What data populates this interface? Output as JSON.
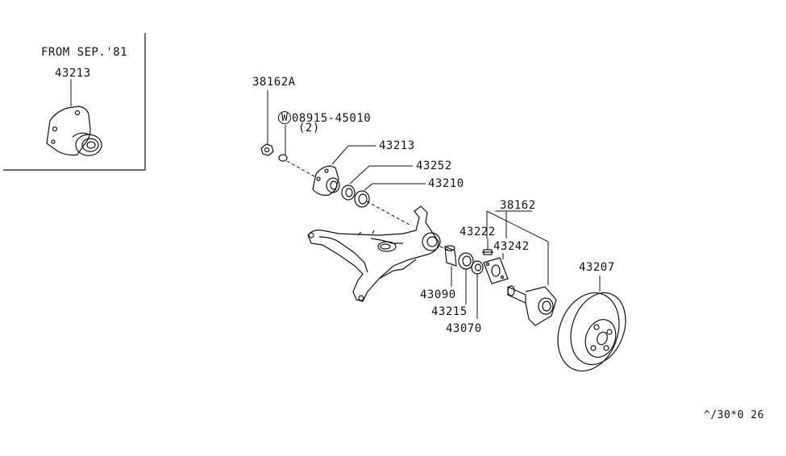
{
  "inset": {
    "caption": "FROM SEP.'81",
    "part_number": "43213"
  },
  "callouts": {
    "p38162A": "38162A",
    "washer_symbol": "W",
    "p08915": "08915-45010",
    "p08915_qty": "(2)",
    "p43213": "43213",
    "p43252": "43252",
    "p43210": "43210",
    "p38162": "38162",
    "p43222": "43222",
    "p43242": "43242",
    "p43207": "43207",
    "p43090": "43090",
    "p43215": "43215",
    "p43070": "43070"
  },
  "footer": {
    "code": "^/30*0 26"
  }
}
